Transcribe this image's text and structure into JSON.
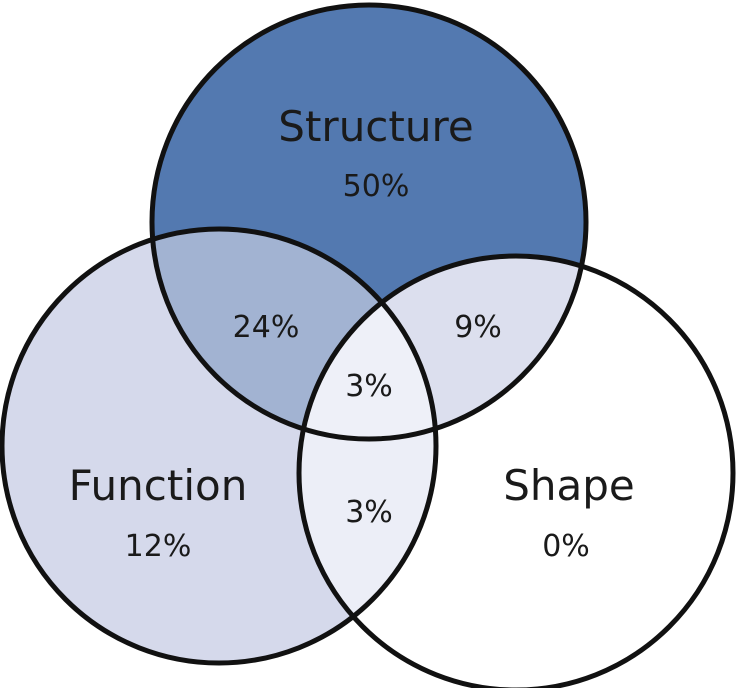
{
  "diagram": {
    "type": "venn-3",
    "sets": [
      {
        "id": "structure",
        "name": "Structure",
        "only_value": "50%"
      },
      {
        "id": "function",
        "name": "Function",
        "only_value": "12%"
      },
      {
        "id": "shape",
        "name": "Shape",
        "only_value": "0%"
      }
    ],
    "intersections": {
      "structure_function": "24%",
      "structure_shape": "9%",
      "function_shape": "3%",
      "all_three": "3%"
    },
    "colors": {
      "structure_only": "#5379b0",
      "structure_function": "#a2b3d2",
      "function_only": "#d5d9eb",
      "structure_shape": "#dcdfee",
      "function_shape": "#eceef7",
      "all_three": "#eef0f8",
      "shape_only": "#ffffff",
      "outline": "#111111"
    }
  }
}
